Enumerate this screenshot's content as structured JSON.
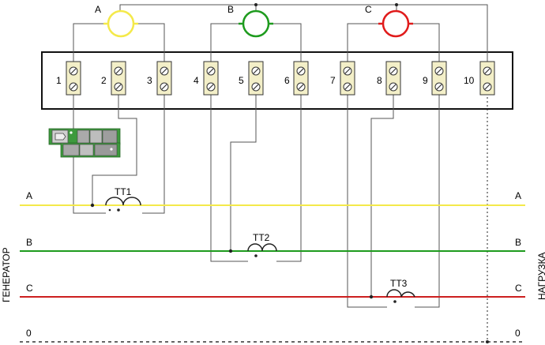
{
  "side_labels": {
    "left": "ГЕНЕРАТОР",
    "right": "НАГРУЗКА"
  },
  "lines": [
    {
      "key": "A",
      "left": "A",
      "right": "A",
      "color": "#f4e94a"
    },
    {
      "key": "B",
      "left": "B",
      "right": "B",
      "color": "#1e9b1e"
    },
    {
      "key": "C",
      "left": "C",
      "right": "C",
      "color": "#cc1f1f"
    },
    {
      "key": "N",
      "left": "0",
      "right": "0",
      "color": "#333333"
    }
  ],
  "meters": [
    {
      "label": "A",
      "color": "#f4e94a"
    },
    {
      "label": "B",
      "color": "#1e9b1e"
    },
    {
      "label": "C",
      "color": "#e01b1b"
    }
  ],
  "terminals": [
    "1",
    "2",
    "3",
    "4",
    "5",
    "6",
    "7",
    "8",
    "9",
    "10"
  ],
  "transformers": [
    {
      "label": "TT1"
    },
    {
      "label": "TT2"
    },
    {
      "label": "TT3"
    }
  ]
}
